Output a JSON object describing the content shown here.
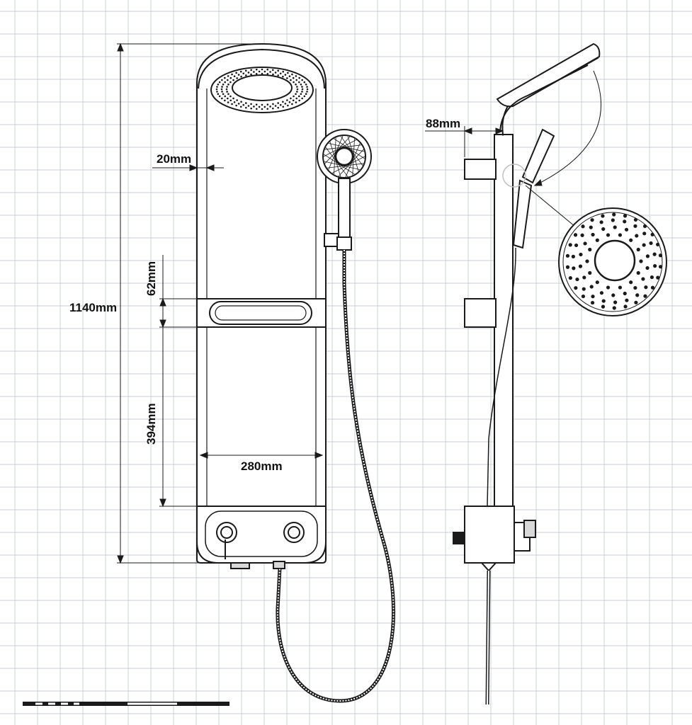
{
  "dimensions": {
    "total_height": "1140mm",
    "panel_width": "280mm",
    "control_spacing": "394mm",
    "shelf_height": "62mm",
    "panel_depth_offset": "20mm",
    "side_depth": "88mm"
  },
  "colors": {
    "grid": "#c9d2db",
    "line": "#1a1a1a",
    "fill": "#ffffff",
    "shade": "#d8d8d8"
  },
  "icons": {
    "overhead_shower": "rain-showerhead-icon",
    "hand_shower": "hand-shower-icon",
    "control_knob": "valve-knob-icon",
    "nozzle_detail": "nozzle-pattern-icon"
  }
}
